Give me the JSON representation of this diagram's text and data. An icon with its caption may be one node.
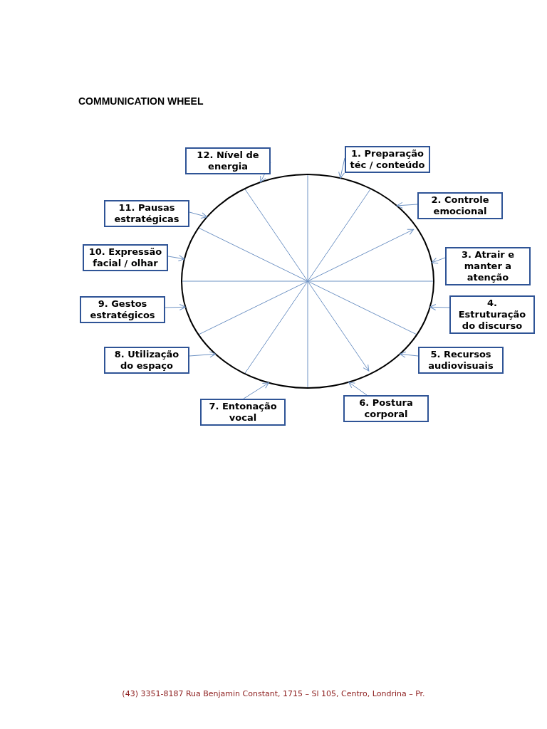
{
  "diagram": {
    "title": "COMMUNICATION WHEEL",
    "nodes": [
      {
        "text": [],
        "shape": "circle"
      },
      {
        "text": [
          "1. Preparação téc / conteúdo"
        ]
      },
      {
        "text": [
          "2. Controle emocional"
        ]
      },
      {
        "text": [
          "3. Atrair e manter a atenção"
        ]
      },
      {
        "text": [
          "4. Estruturação do discurso"
        ]
      },
      {
        "text": [
          "5. Recursos audiovisuais"
        ]
      },
      {
        "text": [
          "6. Postura corporal"
        ]
      },
      {
        "text": [
          "7. Entonação vocal"
        ]
      },
      {
        "text": [
          "8. Utilização do espaço"
        ]
      },
      {
        "text": [
          "9. Gestos estratégicos"
        ]
      },
      {
        "text": [
          "10. Expressão facial / olhar"
        ]
      },
      {
        "text": [
          "11. Pausas estratégicas"
        ]
      },
      {
        "text": [
          "12. Nível de energia"
        ]
      }
    ],
    "edges": [
      {
        "from": 1,
        "to": 0,
        "arrow": "to"
      },
      {
        "from": 2,
        "to": 0,
        "arrow": "to"
      },
      {
        "from": 3,
        "to": 0,
        "arrow": "to"
      },
      {
        "from": 4,
        "to": 0,
        "arrow": "to"
      },
      {
        "from": 5,
        "to": 0,
        "arrow": "to"
      },
      {
        "from": 6,
        "to": 0,
        "arrow": "to"
      },
      {
        "from": 7,
        "to": 0,
        "arrow": "to"
      },
      {
        "from": 8,
        "to": 0,
        "arrow": "to"
      },
      {
        "from": 9,
        "to": 0,
        "arrow": "to"
      },
      {
        "from": 10,
        "to": 0,
        "arrow": "to"
      },
      {
        "from": 11,
        "to": 0,
        "arrow": "to"
      },
      {
        "from": 12,
        "to": 0,
        "arrow": "to"
      }
    ],
    "labels": [
      "(43) 3351-8187 Rua Benjamin Constant, 1715 – Sl 105, Centro, Londrina – Pr."
    ]
  }
}
